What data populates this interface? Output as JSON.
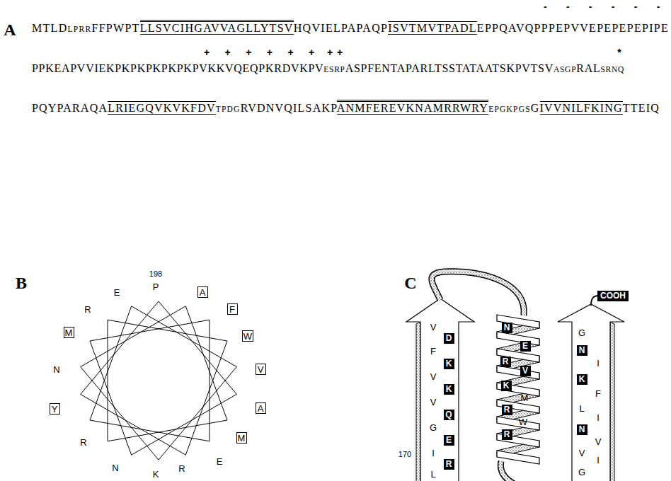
{
  "diagram": {
    "nodes": [
      {
        "text": [
          "A"
        ]
      },
      {
        "text": [
          "F"
        ]
      },
      {
        "text": [
          "W"
        ]
      },
      {
        "text": [
          "V"
        ]
      },
      {
        "text": [
          "A"
        ]
      },
      {
        "text": [
          "M"
        ]
      },
      {
        "text": [
          "Y"
        ]
      },
      {
        "text": [
          "M"
        ]
      },
      {
        "text": [
          "COOH"
        ]
      },
      {
        "text": [
          "D"
        ]
      },
      {
        "text": [
          "K"
        ]
      },
      {
        "text": [
          "K"
        ]
      },
      {
        "text": [
          "Q"
        ]
      },
      {
        "text": [
          "E"
        ]
      },
      {
        "text": [
          "R"
        ]
      },
      {
        "text": [
          "N"
        ]
      },
      {
        "text": [
          "E"
        ]
      },
      {
        "text": [
          "R"
        ]
      },
      {
        "text": [
          "V"
        ]
      },
      {
        "text": [
          "K"
        ]
      },
      {
        "text": [
          "R"
        ]
      },
      {
        "text": [
          "R"
        ]
      },
      {
        "text": [
          "N"
        ]
      },
      {
        "text": [
          "K"
        ]
      },
      {
        "text": [
          "N"
        ]
      }
    ],
    "labels": [
      "A",
      "MTLD",
      "LPRR",
      "FFPWPT",
      "LLSVCIHGAVVAGLLYTSV",
      "HQVIELPAPAQP",
      "ISVTMVTPADL",
      "EPPQAVQPPPEPVVEPEPEPEPIPE",
      "PPKEAPVVIEKPKPKPKPKPKPVKKVQEQPKRDVKPV",
      "ESRP",
      "ASPFENTAPARLTSSTATAATSKPVTSV",
      "ASGP",
      "RAL",
      "SRNQ",
      "PQYPARAQA",
      "LRIEGQVKVKFDV",
      "TPDG",
      "RVDNVQILSAKP",
      "ANMFEREVKNAMRRWRY",
      "EPGKPGS",
      "G",
      "IVVNILFKING",
      "TTEIQ",
      "- - - - - -",
      "+ + + + + +",
      "++",
      "*",
      "B",
      "198",
      "P",
      "E",
      "R",
      "K",
      "N",
      "R",
      "N",
      "R",
      "E",
      "C",
      "170",
      "V",
      "F",
      "V",
      "V",
      "G",
      "I",
      "L",
      "M",
      "W",
      "G",
      "I",
      "F",
      "L",
      "I",
      "V",
      "V",
      "I",
      "G"
    ]
  }
}
